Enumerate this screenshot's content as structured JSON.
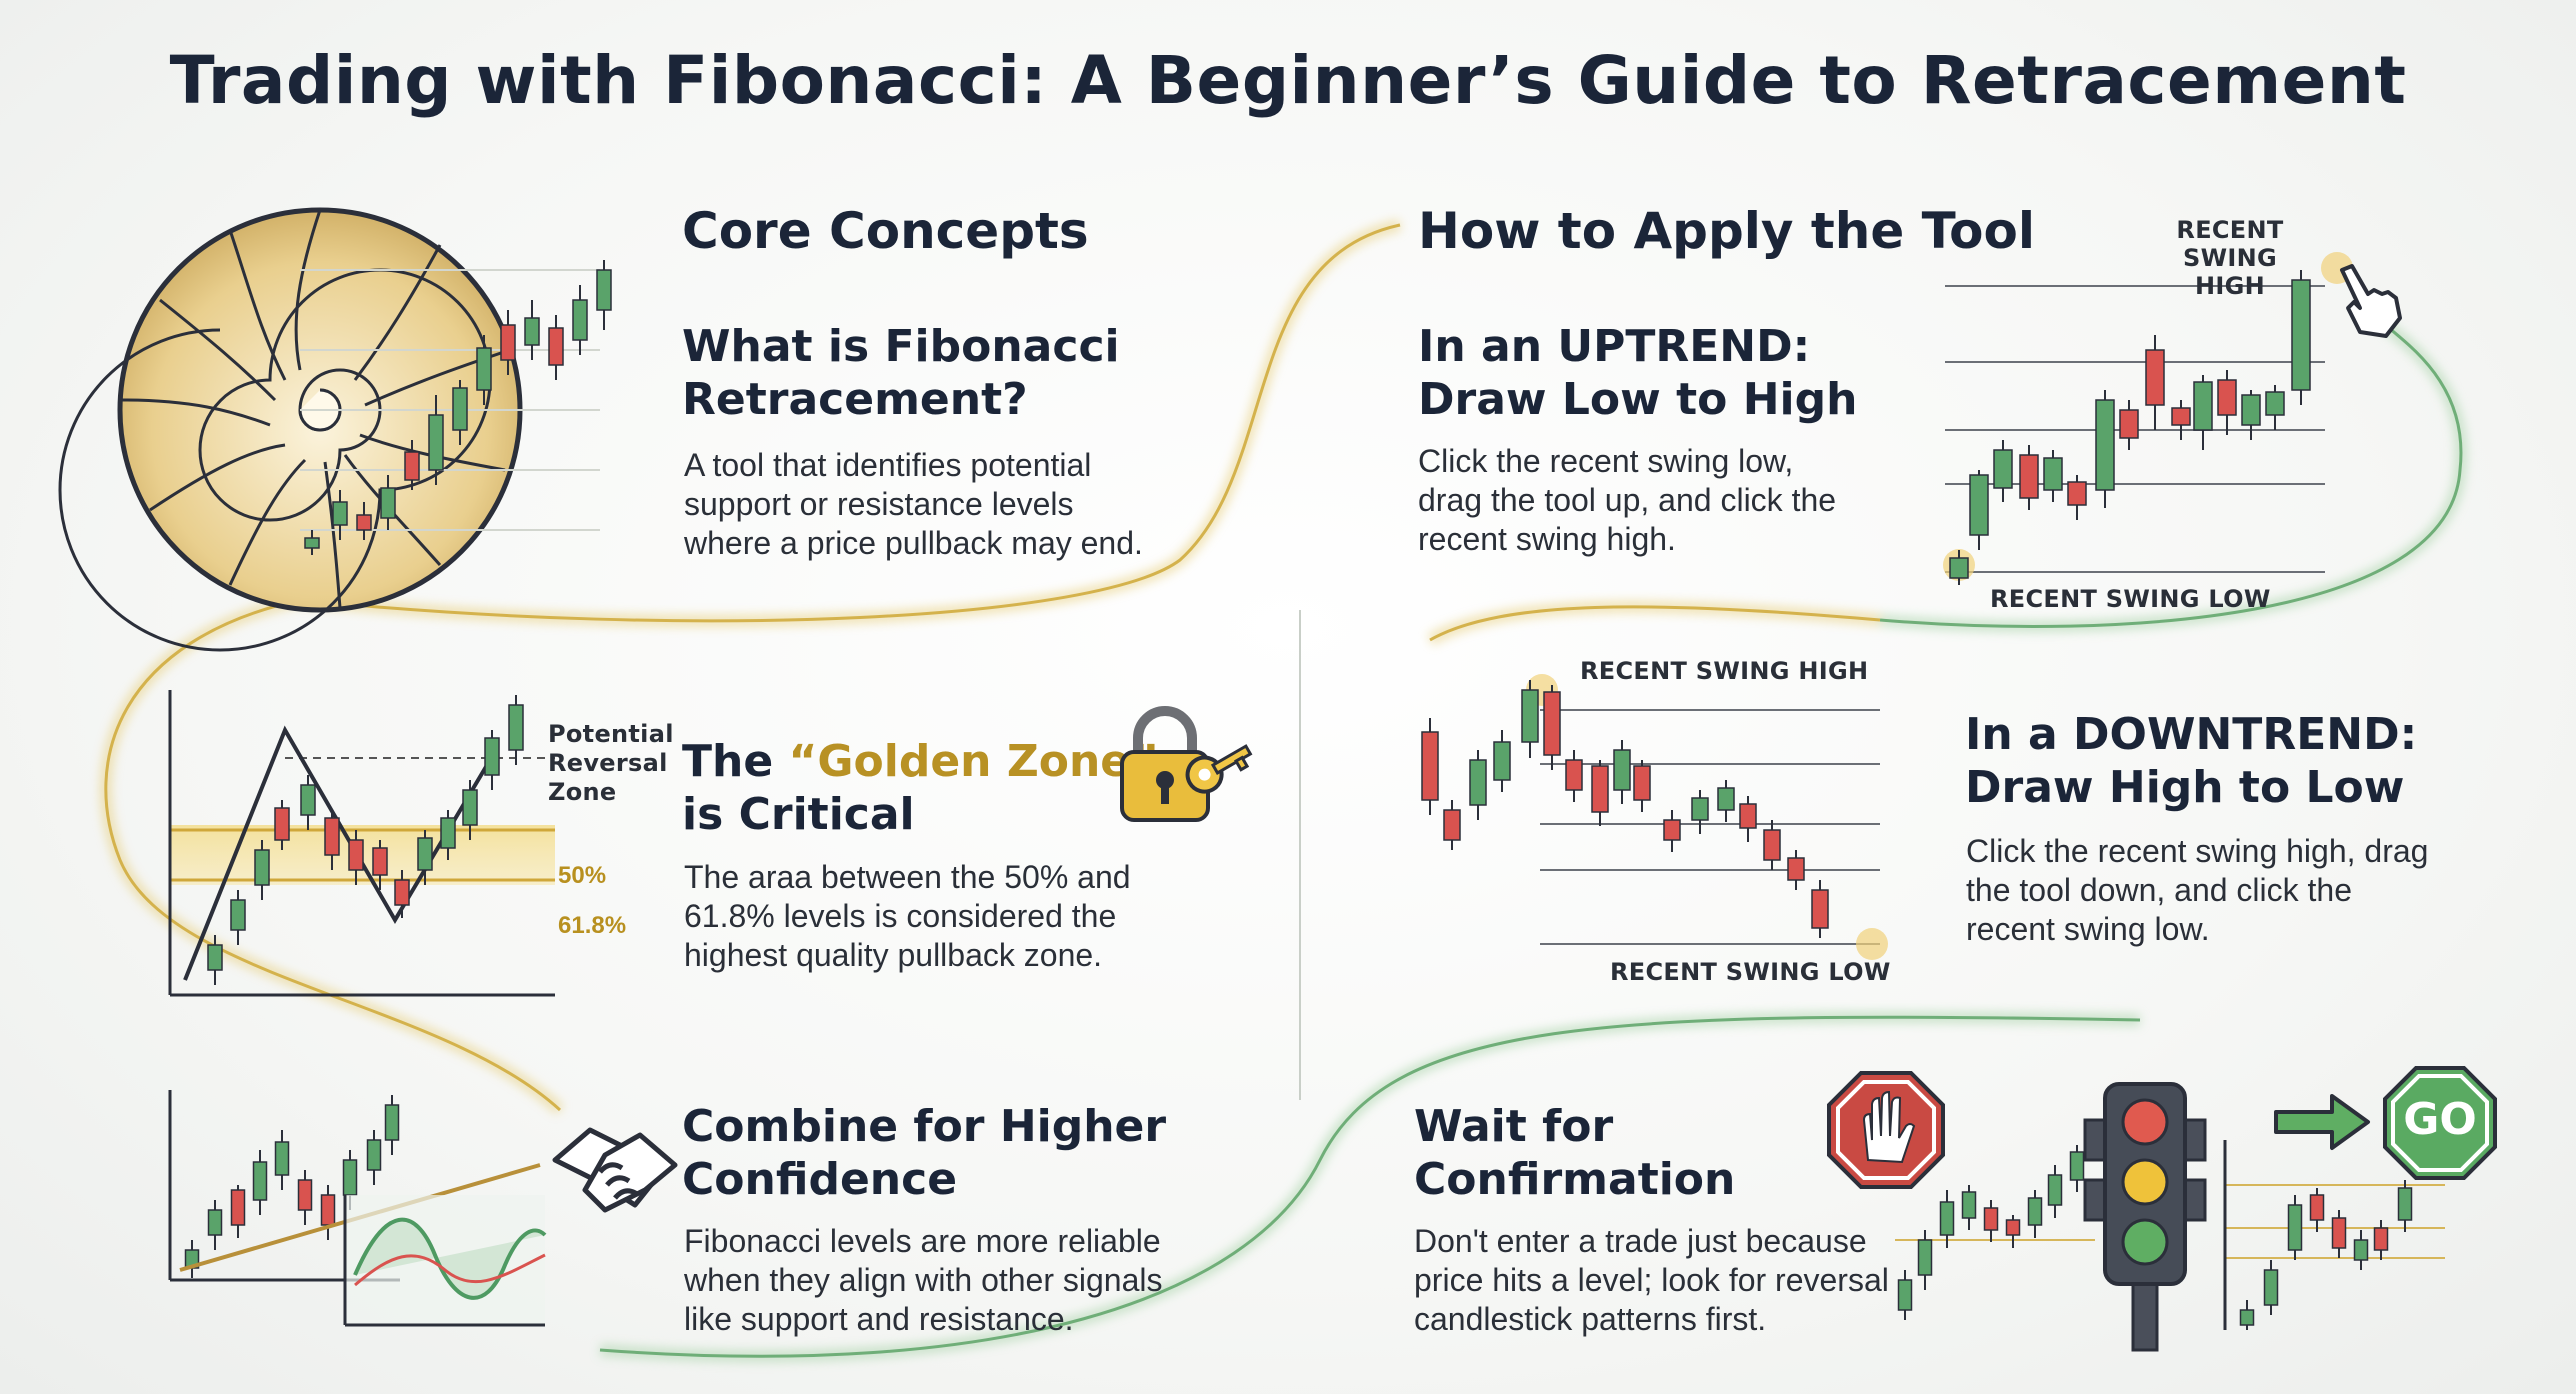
{
  "title": "Trading with Fibonacci: A Beginner’s Guide to Retracement",
  "core": {
    "heading": "Core Concepts",
    "what": {
      "title_l1": "What is Fibonacci",
      "title_l2": "Retracement?",
      "body_l1": "A tool that identifies potential",
      "body_l2": "support or resistance levels",
      "body_l3": "where a price pullback may end."
    },
    "golden": {
      "title_pre": "The ",
      "title_gold": "“Golden Zone”",
      "title_l2": "is Critical",
      "body_l1": "The araa between the 50% and",
      "body_l2": "61.8% levels is considered the",
      "body_l3": "highest quality pullback zone.",
      "zone_label_l1": "Potential",
      "zone_label_l2": "Reversal",
      "zone_label_l3": "Zone",
      "level_50": "50%",
      "level_618": "61.8%"
    },
    "combine": {
      "title_l1": "Combine for Higher",
      "title_l2": "Confidence",
      "body_l1": "Fibonacci levels are more reliable",
      "body_l2": "when they align with other signals",
      "body_l3": "like support and resistance."
    }
  },
  "apply": {
    "heading": "How to Apply the Tool",
    "uptrend": {
      "title_l1": "In an UPTREND:",
      "title_l2": "Draw Low to High",
      "body_l1": "Click the recent swing low,",
      "body_l2": "drag the tool up, and click the",
      "body_l3": "recent swing high.",
      "high_label_l1": "RECENT",
      "high_label_l2": "SWING HIGH",
      "low_label": "RECENT SWING LOW"
    },
    "downtrend": {
      "title_l1": "In a DOWNTREND:",
      "title_l2": "Draw High to Low",
      "body_l1": "Click the recent swing high, drag",
      "body_l2": "the tool down, and click the",
      "body_l3": "recent swing low.",
      "high_label": "RECENT SWING HIGH",
      "low_label": "RECENT SWING LOW"
    },
    "confirm": {
      "title_l1": "Wait for",
      "title_l2": "Confirmation",
      "body_l1": "Don't enter a trade just because",
      "body_l2": "price hits a level; look for reversal",
      "body_l3": "candlestick patterns first.",
      "go_label": "GO"
    }
  },
  "colors": {
    "green": "#4e9a62",
    "red": "#d9534f",
    "gold": "#c9a43a",
    "navy": "#1b2538"
  }
}
